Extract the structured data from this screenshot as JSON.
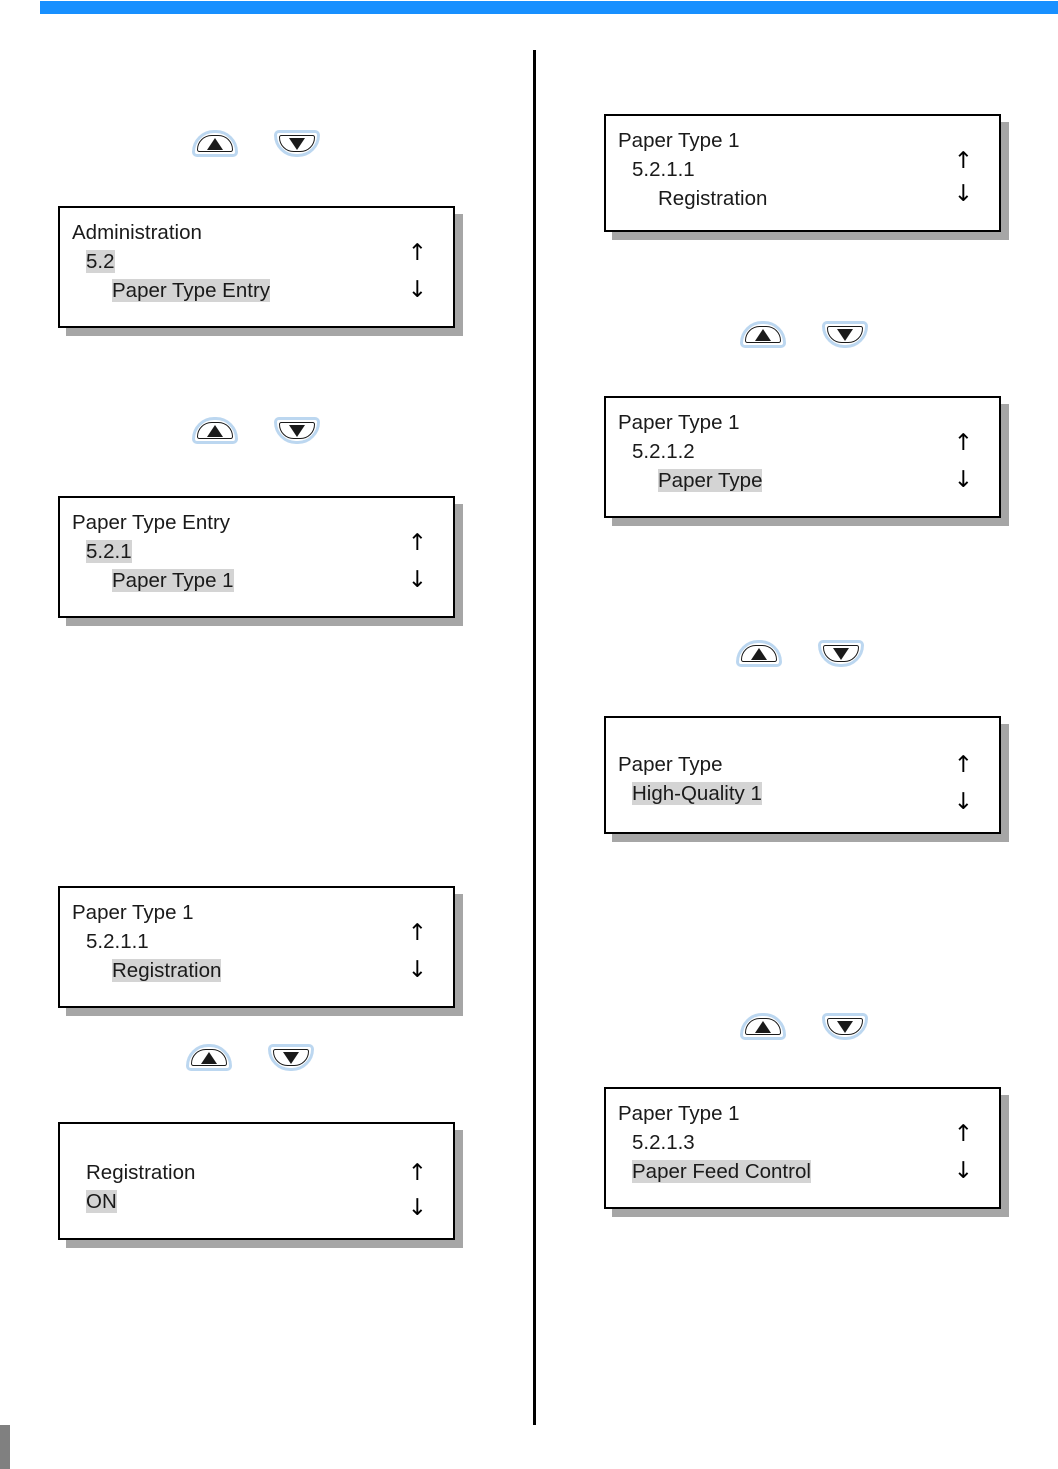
{
  "page": {
    "banner_color": "#1890ff",
    "divider_color": "#000000",
    "corner_tab_color": "#808080",
    "highlight_color": "#d4d4d4",
    "key_outline_color": "#bcd7f0"
  },
  "icons": {
    "arrow_up": "↑",
    "arrow_down": "↓",
    "key_up": "triangle-up",
    "key_down": "triangle-down"
  },
  "left_column": {
    "key_pairs": [
      {
        "up_label": "△",
        "down_label": "▽"
      },
      {
        "up_label": "△",
        "down_label": "▽"
      },
      {
        "up_label": "△",
        "down_label": "▽"
      }
    ],
    "panels": [
      {
        "id": "administration-5-2",
        "lines": [
          {
            "text": "Administration",
            "indent": 0,
            "highlight": false
          },
          {
            "text": "5.2",
            "indent": 1,
            "highlight": true
          },
          {
            "text": "Paper Type Entry",
            "indent": 2,
            "highlight": true
          }
        ],
        "scroll_up": "↑",
        "scroll_down": "↓"
      },
      {
        "id": "paper-type-entry-5-2-1",
        "lines": [
          {
            "text": "Paper Type Entry",
            "indent": 0,
            "highlight": false
          },
          {
            "text": "5.2.1",
            "indent": 1,
            "highlight": true
          },
          {
            "text": "Paper Type 1",
            "indent": 2,
            "highlight": true
          }
        ],
        "scroll_up": "↑",
        "scroll_down": "↓"
      },
      {
        "id": "paper-type-1-5-2-1-1",
        "lines": [
          {
            "text": "Paper Type 1",
            "indent": 0,
            "highlight": false
          },
          {
            "text": "5.2.1.1",
            "indent": 1,
            "highlight": false
          },
          {
            "text": "Registration",
            "indent": 2,
            "highlight": true
          }
        ],
        "scroll_up": "↑",
        "scroll_down": "↓"
      },
      {
        "id": "registration-on",
        "lines": [
          {
            "text": "Registration",
            "indent": 0,
            "highlight": false
          },
          {
            "text": "ON",
            "indent": 1,
            "highlight": true
          }
        ],
        "scroll_up": "↑",
        "scroll_down": "↓"
      }
    ]
  },
  "right_column": {
    "key_pairs": [
      {
        "up_label": "△",
        "down_label": "▽"
      },
      {
        "up_label": "△",
        "down_label": "▽"
      },
      {
        "up_label": "△",
        "down_label": "▽"
      }
    ],
    "panels": [
      {
        "id": "paper-type-1-5-2-1-1-right",
        "lines": [
          {
            "text": "Paper Type 1",
            "indent": 0,
            "highlight": false
          },
          {
            "text": "5.2.1.1",
            "indent": 1,
            "highlight": false
          },
          {
            "text": "Registration",
            "indent": 2,
            "highlight": false
          }
        ],
        "scroll_up": "↑",
        "scroll_down": "↓"
      },
      {
        "id": "paper-type-1-5-2-1-2",
        "lines": [
          {
            "text": "Paper Type 1",
            "indent": 0,
            "highlight": false
          },
          {
            "text": "5.2.1.2",
            "indent": 1,
            "highlight": false
          },
          {
            "text": "Paper Type",
            "indent": 2,
            "highlight": true
          }
        ],
        "scroll_up": "↑",
        "scroll_down": "↓"
      },
      {
        "id": "paper-type-high-quality-1",
        "lines": [
          {
            "text": "Paper Type",
            "indent": 0,
            "highlight": false
          },
          {
            "text": "High-Quality 1",
            "indent": 1,
            "highlight": true
          }
        ],
        "scroll_up": "↑",
        "scroll_down": "↓"
      },
      {
        "id": "paper-type-1-5-2-1-3",
        "lines": [
          {
            "text": "Paper Type 1",
            "indent": 0,
            "highlight": false
          },
          {
            "text": "5.2.1.3",
            "indent": 1,
            "highlight": false
          },
          {
            "text": "Paper Feed Control",
            "indent": 1,
            "highlight": true
          }
        ],
        "scroll_up": "↑",
        "scroll_down": "↓"
      }
    ]
  }
}
